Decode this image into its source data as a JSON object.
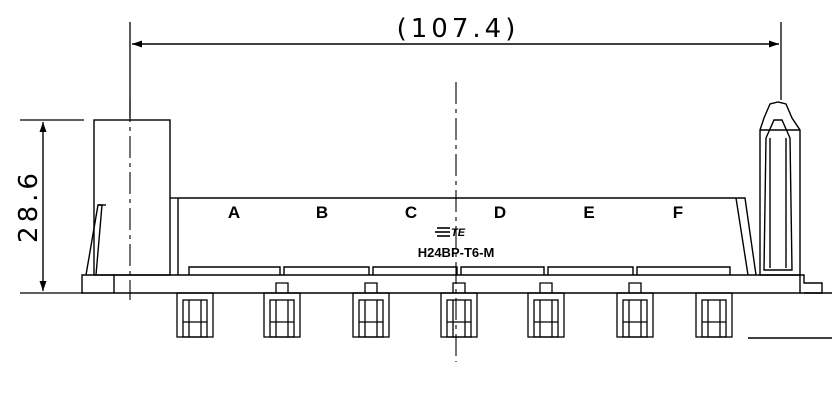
{
  "dimensions": {
    "overall_width": "(107.4)",
    "height": "28.6"
  },
  "position_labels": [
    "A",
    "B",
    "C",
    "D",
    "E",
    "F"
  ],
  "part_number": "H24BP-T6-M",
  "logo": {
    "text": "TE",
    "icon": "te-logo-icon"
  },
  "colors": {
    "line": "#000000",
    "background": "#ffffff"
  }
}
